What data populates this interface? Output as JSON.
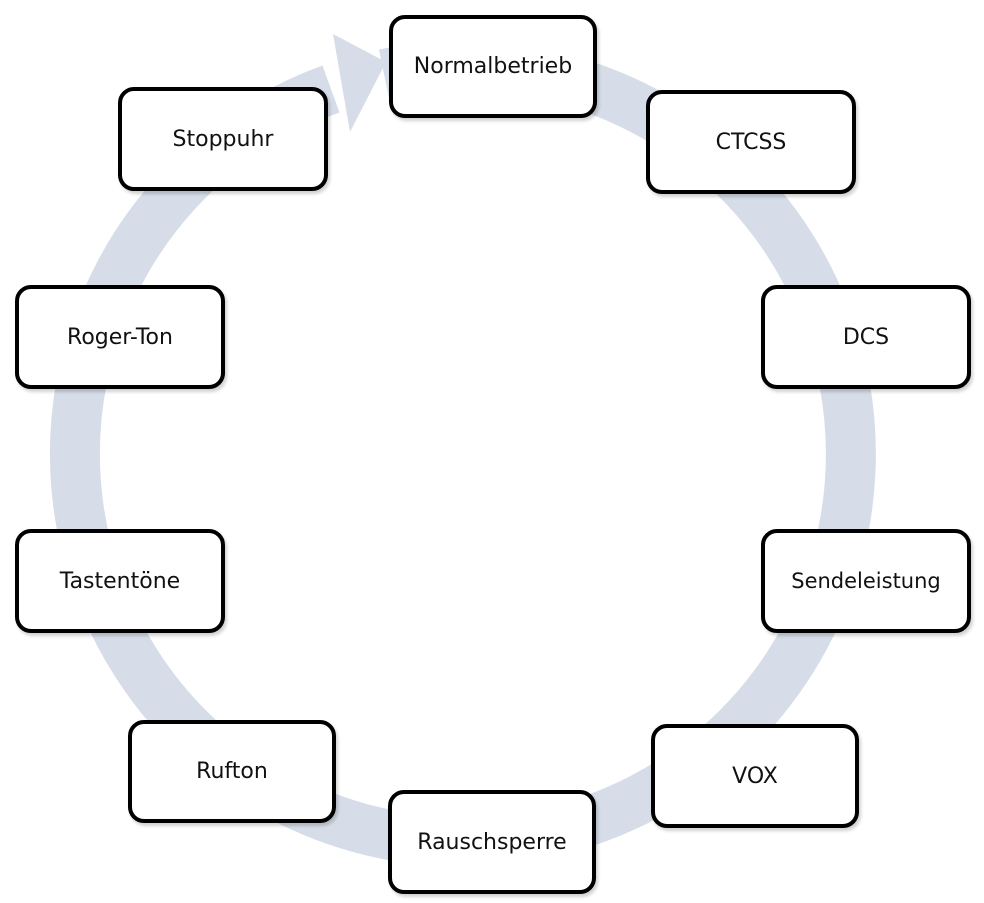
{
  "diagram": {
    "type": "cycle",
    "direction": "clockwise",
    "ring_color": "#d6dde9",
    "box_border_color": "#000000",
    "text_color": "#111111",
    "nodes": [
      {
        "id": "normalbetrieb",
        "label": "Normalbetrieb"
      },
      {
        "id": "ctcss",
        "label": "CTCSS"
      },
      {
        "id": "dcs",
        "label": "DCS"
      },
      {
        "id": "sendeleistung",
        "label": "Sendeleistung"
      },
      {
        "id": "vox",
        "label": "VOX"
      },
      {
        "id": "rauschsperre",
        "label": "Rauschsperre"
      },
      {
        "id": "rufton",
        "label": "Rufton"
      },
      {
        "id": "tastentoene",
        "label": "Tastentöne"
      },
      {
        "id": "rogerton",
        "label": "Roger-Ton"
      },
      {
        "id": "stoppuhr",
        "label": "Stoppuhr"
      }
    ]
  }
}
